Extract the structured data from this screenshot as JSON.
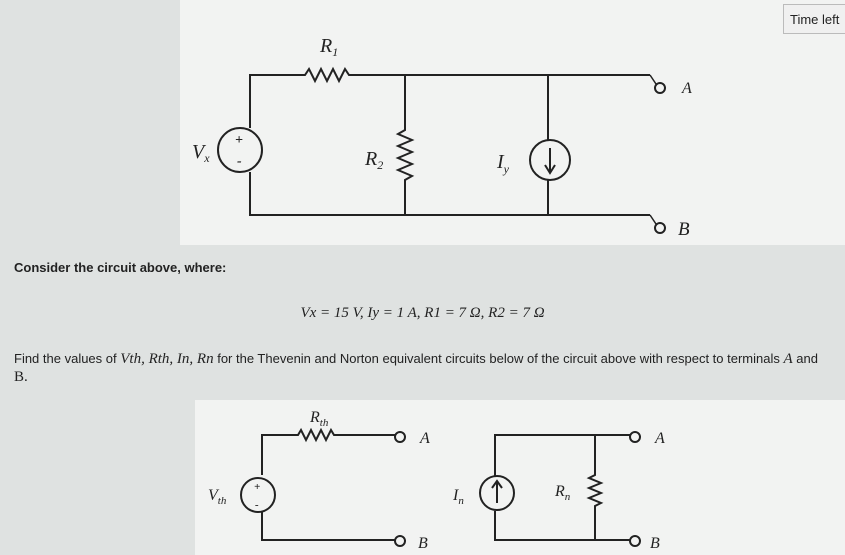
{
  "timer": {
    "label": "Time left"
  },
  "question": {
    "intro": "Consider the circuit above, where:",
    "given": "Vx = 15 V, Iy = 1 A, R1 = 7 Ω, R2 = 7 Ω",
    "prompt_prefix": "Find the values of",
    "prompt_vars": "Vth, Rth, In, Rn",
    "prompt_suffix": "for the Thevenin and Norton equivalent circuits below of the circuit above with respect to terminals",
    "terminal_a": "A",
    "and": "and",
    "terminal_b": "B."
  },
  "circuit": {
    "r1": {
      "base": "R",
      "sub": "1"
    },
    "r2": {
      "base": "R",
      "sub": "2"
    },
    "vx": {
      "base": "V",
      "sub": "x"
    },
    "iy": {
      "base": "I",
      "sub": "y"
    },
    "a": "A",
    "b": "B",
    "plus": "+",
    "minus": "-"
  },
  "thevenin": {
    "rth": {
      "base": "R",
      "sub": "th"
    },
    "vth": {
      "base": "V",
      "sub": "th"
    },
    "a": "A",
    "b": "B",
    "plus": "+",
    "minus": "-"
  },
  "norton": {
    "in": {
      "base": "I",
      "sub": "n"
    },
    "rn": {
      "base": "R",
      "sub": "n"
    },
    "a": "A",
    "b": "B"
  }
}
